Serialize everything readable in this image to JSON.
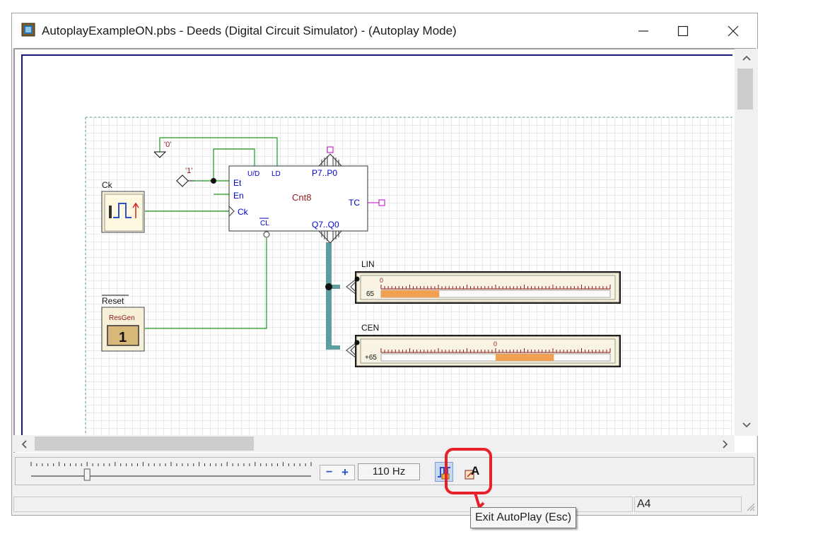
{
  "window": {
    "title": "AutoplayExampleON.pbs - Deeds (Digital Circuit Simulator) - (Autoplay Mode)",
    "minimize_icon": "minimize-icon",
    "maximize_icon": "maximize-icon",
    "close_icon": "close-icon"
  },
  "circuit": {
    "const_zero_label": "'0'",
    "const_one_label": "'1'",
    "clock_label": "Ck",
    "reset_label": "Reset",
    "resgen_label": "ResGen",
    "resgen_value": "1",
    "counter": {
      "name": "Cnt8",
      "pin_ud": "U/D",
      "pin_ld": "LD",
      "pin_et": "Et",
      "pin_en": "En",
      "pin_ck": "Ck",
      "pin_cl": "CL",
      "pin_p": "P7..P0",
      "pin_tc": "TC",
      "pin_q": "Q7..Q0"
    },
    "lin_display": {
      "label": "LIN",
      "scale_zero": "0",
      "value": "65",
      "fill_fraction": 0.254
    },
    "cen_display": {
      "label": "CEN",
      "scale_zero": "0",
      "value": "+65",
      "fill_fraction": 0.254
    }
  },
  "toolbar": {
    "zoom_minus": "−",
    "zoom_plus": "+",
    "frequency": "110 Hz",
    "slider_level": 0.2,
    "clock_mode_icon": "clock-wave-icon",
    "exit_autoplay_icon": "exit-autoplay-icon"
  },
  "status": {
    "page": "A4"
  },
  "tooltip": {
    "text": "Exit AutoPlay  (Esc)"
  },
  "colors": {
    "wire": "#1f9a1f",
    "bus": "#5f9ea0",
    "label_blue": "#0000cc",
    "label_red": "#8b1a1a",
    "display_fill": "#f0a050",
    "highlight": "#e8202a"
  }
}
